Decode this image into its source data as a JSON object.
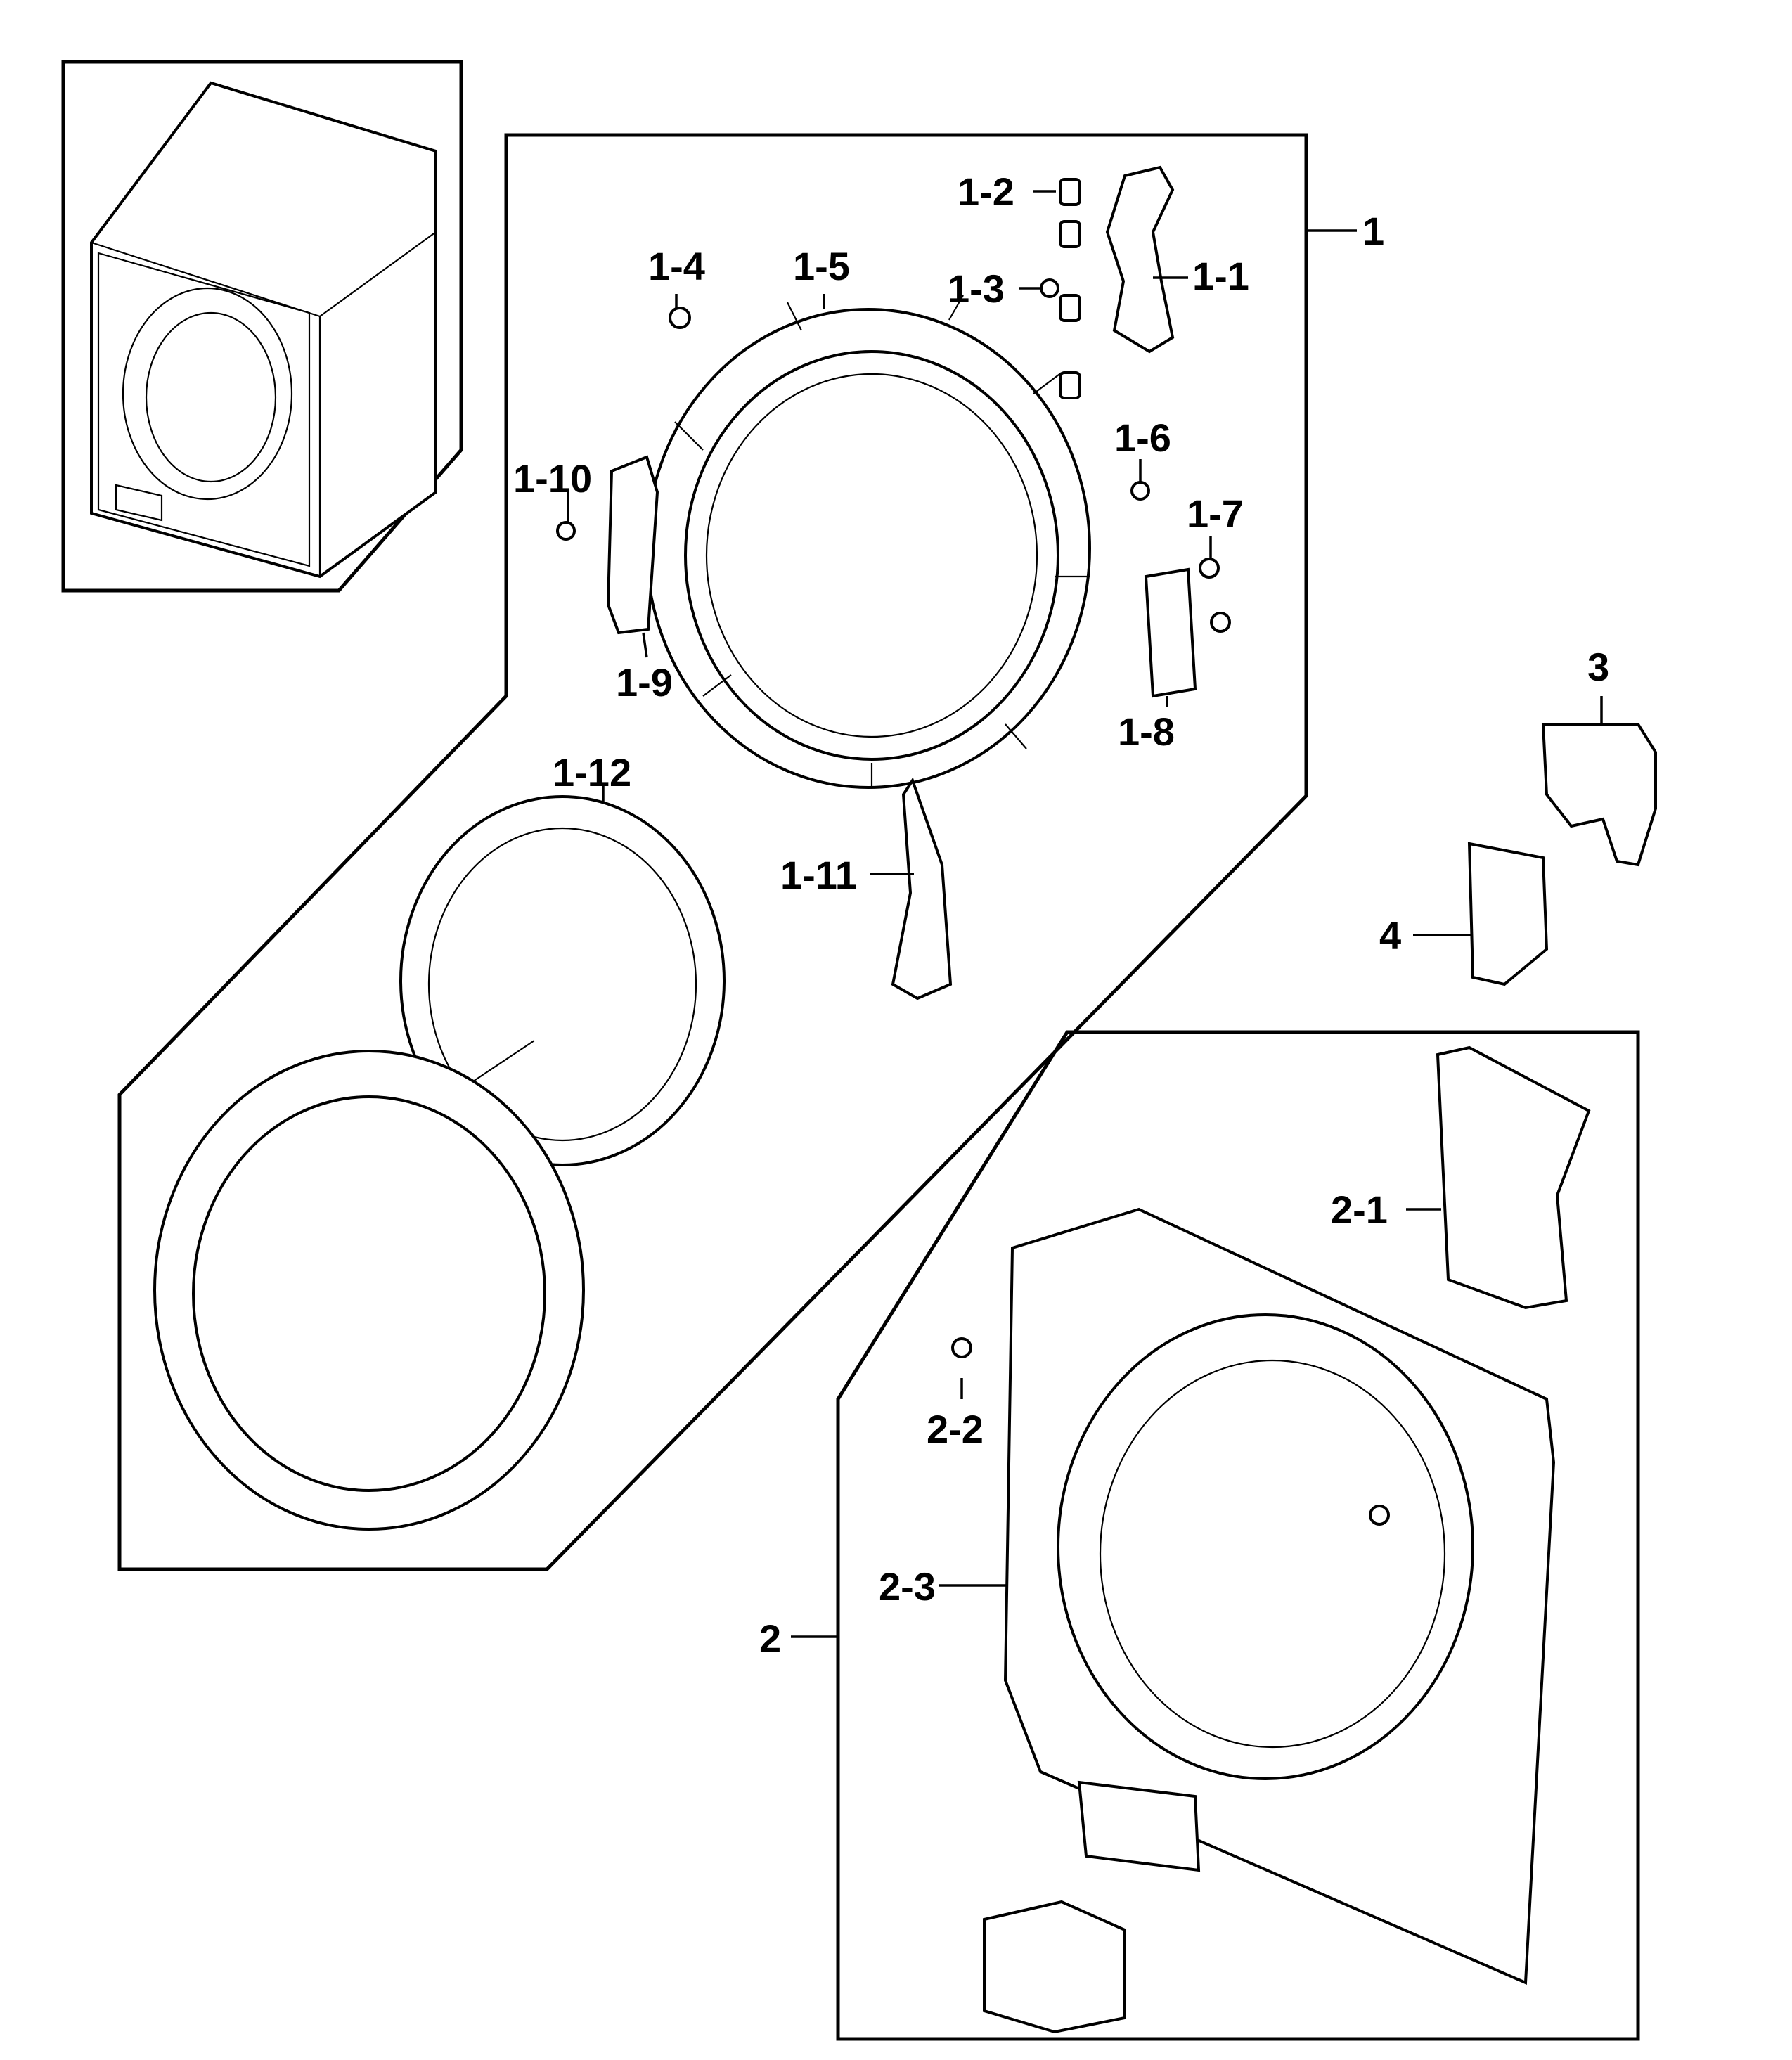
{
  "labels": {
    "l1": "1",
    "l1_1": "1-1",
    "l1_2": "1-2",
    "l1_3": "1-3",
    "l1_4": "1-4",
    "l1_5": "1-5",
    "l1_6": "1-6",
    "l1_7": "1-7",
    "l1_8": "1-8",
    "l1_9": "1-9",
    "l1_10": "1-10",
    "l1_11": "1-11",
    "l1_12": "1-12",
    "l2": "2",
    "l2_1": "2-1",
    "l2_2": "2-2",
    "l2_3": "2-3",
    "l3": "3",
    "l4": "4"
  }
}
